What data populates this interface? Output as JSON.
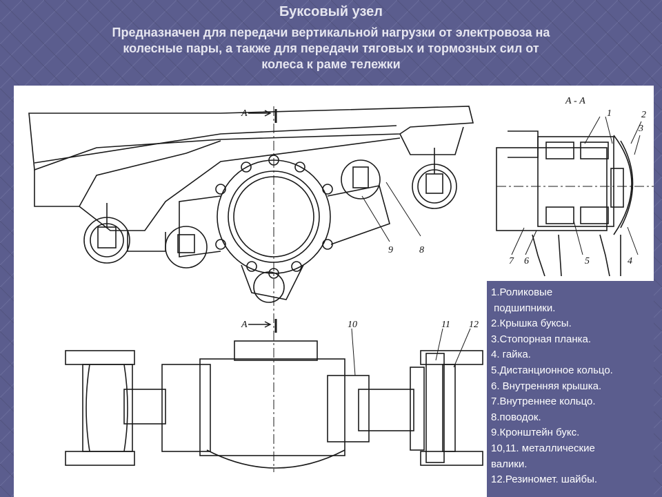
{
  "title": "Буксовый узел",
  "subtitle_lines": [
    "Предназначен для передачи вертикальной нагрузки от электровоза на",
    "колесные пары, а также для передачи тяговых и тормозных сил от",
    "колеса к раме тележки"
  ],
  "drawing": {
    "section_label": "А - А",
    "section_mark_top": "А",
    "section_mark_bottom": "А",
    "callouts_top": [
      "9",
      "8"
    ],
    "callouts_section": [
      "1",
      "2",
      "3",
      "4",
      "5",
      "6",
      "7"
    ],
    "callouts_bottom": [
      "10",
      "11",
      "12"
    ]
  },
  "legend": {
    "items": [
      "1.Роликовые",
      " подшипники.",
      "2.Крышка буксы.",
      "3.Стопорная планка.",
      "4. гайка.",
      "5.Дистанционное кольцо.",
      "6. Внутренняя крышка.",
      "7.Внутреннее кольцо.",
      "8.поводок.",
      "9.Кронштейн букс.",
      "10,11. металлические",
      "валики.",
      "12.Резиномет. шайбы."
    ]
  },
  "colors": {
    "background": "#5b5d8e",
    "text": "#e6e6f0",
    "drawing_bg": "#ffffff",
    "line": "#1a1a1a"
  }
}
